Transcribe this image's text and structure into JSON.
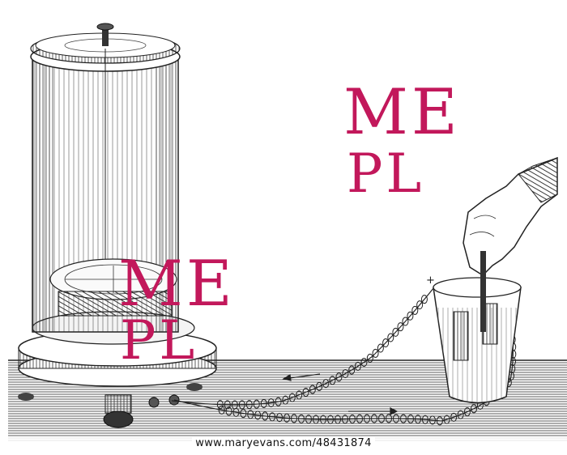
{
  "image": {
    "description_free": true,
    "colors": {
      "ink": "#1a1a1a",
      "paper": "#ffffff",
      "watermark": "#c2185b"
    }
  },
  "watermark": {
    "logo_top": "ME",
    "logo_bottom": "PL"
  },
  "credit": {
    "text": "www.maryevans.com/48431874"
  },
  "labels": {
    "plus_sign": "+"
  }
}
